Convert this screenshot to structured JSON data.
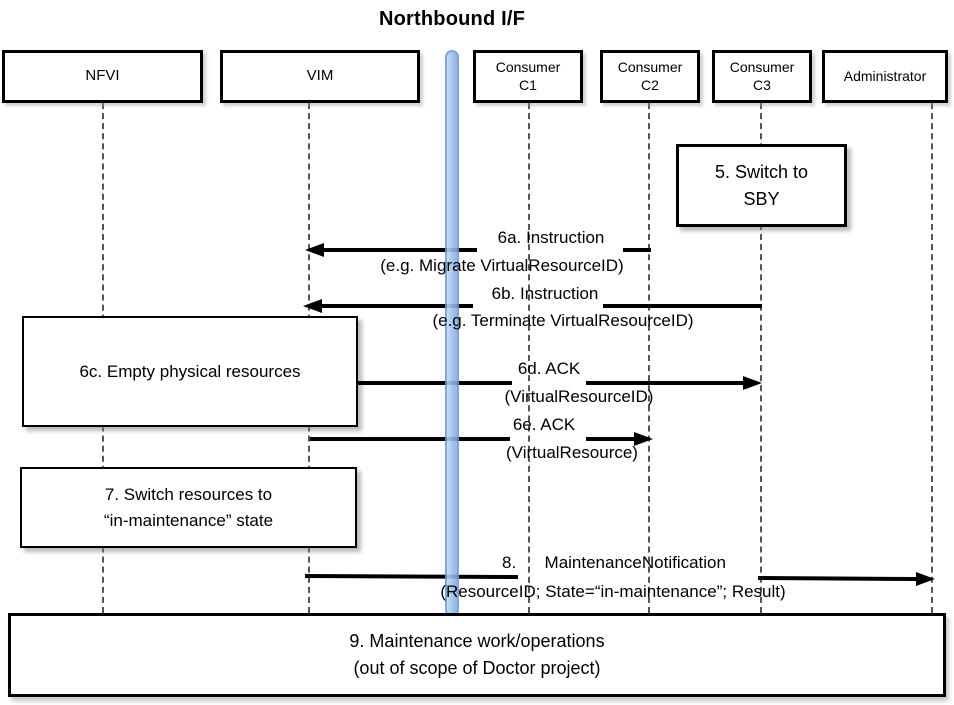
{
  "title": "Northbound I/F",
  "colors": {
    "bar_fill": "#9ec2ec",
    "bar_border": "#6f9ad3",
    "arrow": "#000000",
    "lifeline": "#555555"
  },
  "actors": [
    {
      "label": "NFVI"
    },
    {
      "label": "VIM"
    },
    {
      "line1": "Consumer",
      "line2": "C1"
    },
    {
      "line1": "Consumer",
      "line2": "C2"
    },
    {
      "line1": "Consumer",
      "line2": "C3"
    },
    {
      "label": "Administrator"
    }
  ],
  "notes": {
    "n5": {
      "line1": "5. Switch to",
      "line2": "SBY"
    },
    "n6c": {
      "text": "6c. Empty physical resources"
    },
    "n7": {
      "line1": "7. Switch resources to",
      "line2": "“in-maintenance” state"
    },
    "n9": {
      "line1": "9. Maintenance work/operations",
      "line2": "(out of scope of Doctor project)"
    }
  },
  "messages": {
    "m6a": {
      "line1": "6a. Instruction",
      "line2": "(e.g. Migrate VirtualResourceID)"
    },
    "m6b": {
      "line1": "6b. Instruction",
      "line2": "(e.g. Terminate VirtualResourceID)"
    },
    "m6d": {
      "line1": "6d. ACK",
      "line2": "(VirtualResourceID)"
    },
    "m6e": {
      "line1": "6e. ACK",
      "line2": "(VirtualResource)"
    },
    "m8": {
      "line1": "8.      MaintenanceNotification",
      "line2": "(ResourceID; State=“in-maintenance”; Result)"
    }
  }
}
